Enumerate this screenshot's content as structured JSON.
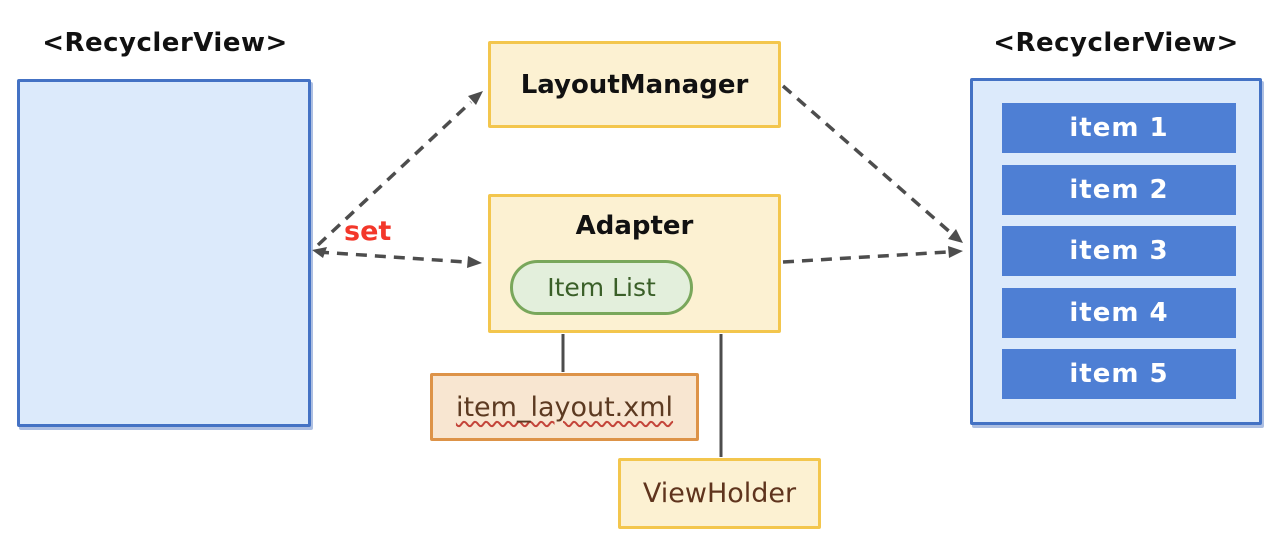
{
  "left_recyclerview": {
    "title": "<RecyclerView>"
  },
  "layout_manager": {
    "label": "LayoutManager"
  },
  "adapter": {
    "label": "Adapter",
    "item_list_label": "Item List"
  },
  "item_layout": {
    "label": "item_layout.xml"
  },
  "view_holder": {
    "label": "ViewHolder"
  },
  "set_label": "set",
  "right_recyclerview": {
    "title": "<RecyclerView>",
    "items": [
      "item 1",
      "item 2",
      "item 3",
      "item 4",
      "item 5"
    ]
  },
  "colors": {
    "recycler_fill": "#dceafb",
    "recycler_border": "#4472c4",
    "item_bar_fill": "#4e7fd4",
    "item_bar_text": "#ffffff",
    "component_fill": "#fcf1d2",
    "component_border": "#f3c64d",
    "item_list_fill": "#e3efdc",
    "item_list_border": "#79a75b",
    "item_list_text": "#3a5f28",
    "item_layout_fill": "#f8e6d1",
    "item_layout_border": "#dd9348",
    "item_layout_text": "#5c3a21",
    "squiggle": "#c4453a",
    "view_holder_text": "#5f341d",
    "set_text": "#f3372a",
    "arrow": "#4d4d4d"
  }
}
